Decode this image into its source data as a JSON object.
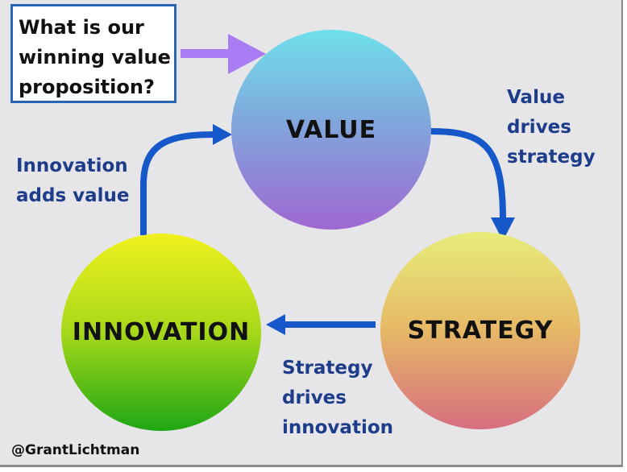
{
  "question": "What is our\nwinning value\nproposition?",
  "circles": {
    "value": "VALUE",
    "strategy": "STRATEGY",
    "innovation": "INNOVATION"
  },
  "captions": {
    "value_drives_strategy": "Value\ndrives\nstrategy",
    "innovation_adds_value": "Innovation\nadds value",
    "strategy_drives_innovation": "Strategy\ndrives\ninnovation"
  },
  "credit": "@GrantLichtman",
  "colors": {
    "caption_text": "#1d3c8a",
    "cycle_arrow": "#1658c9",
    "pointer_arrow": "#a87cf2",
    "box_border": "#2a64b4"
  }
}
